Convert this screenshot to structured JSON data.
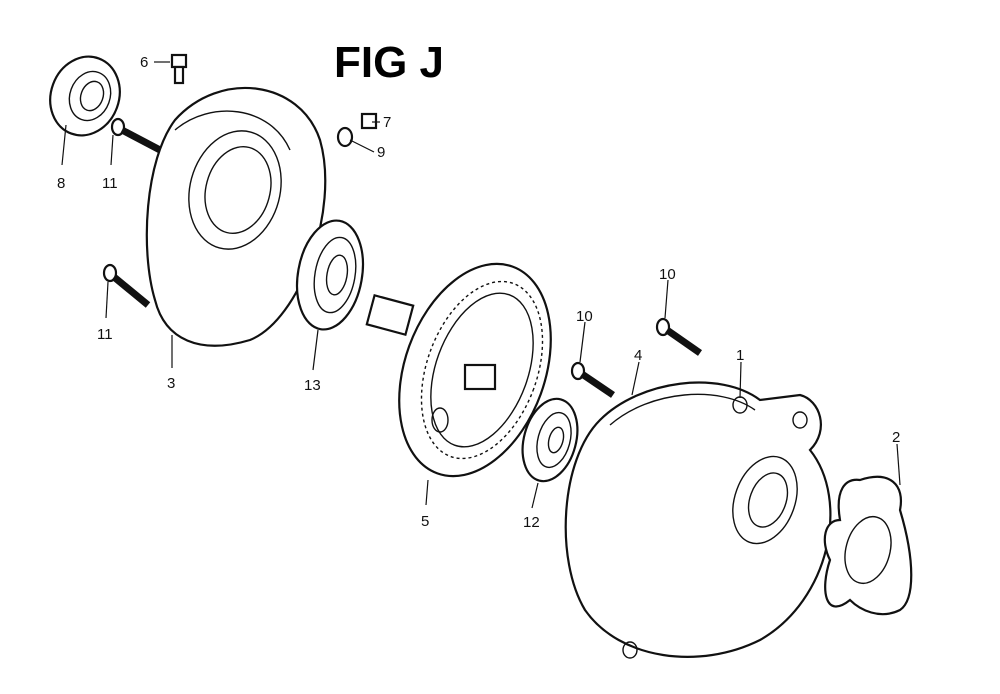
{
  "title": "FIG J",
  "callouts": {
    "p1": "1",
    "p2": "2",
    "p3": "3",
    "p4": "4",
    "p5": "5",
    "p6": "6",
    "p7": "7",
    "p8": "8",
    "p9": "9",
    "p10a": "10",
    "p10b": "10",
    "p11a": "11",
    "p11b": "11",
    "p12": "12",
    "p13": "13"
  }
}
